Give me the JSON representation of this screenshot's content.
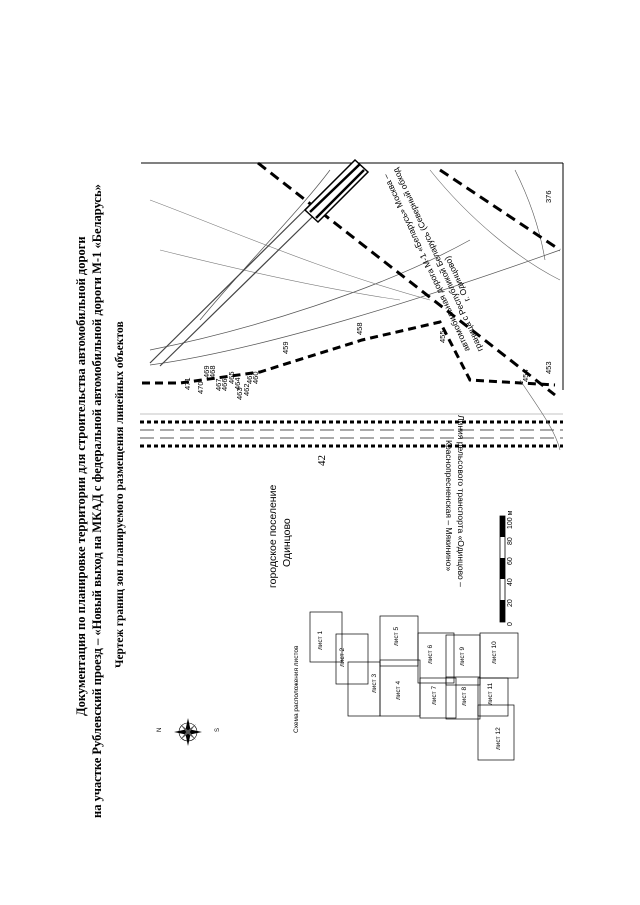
{
  "page_number": "42",
  "title_lines": [
    "Документация по планировке территории для строительства автомобильной дороги",
    "на участке Рублевский проезд – «Новый выход на МКАД с федеральной автомобильной дороги М-1 «Беларусь»"
  ],
  "drawing_title": "Чертеж границ зон планируемого размещения линейных объектов",
  "settlement_label": [
    "городское поселение",
    "Одинцово"
  ],
  "rail_label": [
    "Линия рельсового транспорта «Одинцово –",
    "Краснопресненская – Мякинино»"
  ],
  "road_label": [
    "автомобильная дорога М-1 «Беларусь» Москва –",
    "граница с Республикой Беларусь (Северный обход",
    "г. Одинцово)"
  ],
  "sheet_scheme": {
    "title": "Схема расположения листов",
    "sheets": [
      "лист 1",
      "лист 2",
      "лист 3",
      "лист 4",
      "лист 5",
      "лист 6",
      "лист 7",
      "лист 8",
      "лист 9",
      "лист 10",
      "лист 11",
      "лист 12"
    ]
  },
  "scale_bar": {
    "ticks": [
      "0",
      "20",
      "40",
      "60",
      "80",
      "100 м"
    ]
  },
  "compass": {
    "north": "N",
    "south": "S"
  },
  "point_labels": [
    "471",
    "470",
    "469",
    "468",
    "467",
    "466",
    "465",
    "464",
    "463",
    "462",
    "461",
    "460",
    "459",
    "458",
    "455",
    "454",
    "453",
    "376"
  ]
}
